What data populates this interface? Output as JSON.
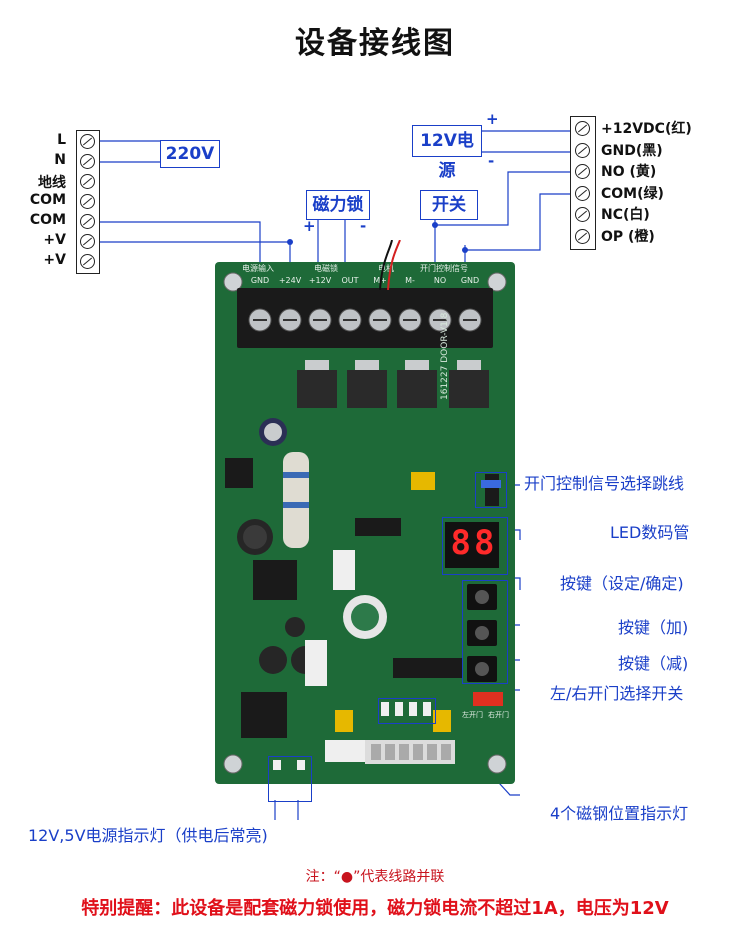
{
  "title": "设备接线图",
  "left_terminal": {
    "labels": [
      "L",
      "N",
      "地线",
      "COM",
      "COM",
      "+V",
      "+V"
    ]
  },
  "right_terminal": {
    "labels": [
      "+12VDC(红)",
      "GND(黑)",
      "NO (黄)",
      "COM(绿)",
      "NC(白)",
      "OP (橙)"
    ]
  },
  "boxes": {
    "ac220": "220V",
    "psu12v": "12V电源",
    "maglock": "磁力锁",
    "switch": "开关"
  },
  "signs": {
    "psu_plus": "+",
    "psu_minus": "-",
    "lock_plus": "+",
    "lock_minus": "-"
  },
  "pcb": {
    "header_labels": [
      "电源输入",
      "电磁锁",
      "电机",
      "开门控制信号"
    ],
    "pin_labels": [
      "GND",
      "+24V",
      "+12V",
      "OUT",
      "M+",
      "M-",
      "NO",
      "GND"
    ],
    "board_version": "161227 DOOR-V1.8",
    "display_digits": "88",
    "switch_labels": [
      "左开门",
      "右开门"
    ]
  },
  "callouts": {
    "jumper": "开门控制信号选择跳线",
    "led": "LED数码管",
    "key_set": "按键（设定/确定)",
    "key_plus": "按键（加)",
    "key_minus": "按键（减)",
    "direction_switch": "左/右开门选择开关",
    "magnet_leds": "4个磁钢位置指示灯",
    "power_leds": "12V,5V电源指示灯（供电后常亮)"
  },
  "note": "注：“●”代表线路并联",
  "warning": "特别提醒：此设备是配套磁力锁使用，磁力锁电流不超过1A，电压为12V",
  "colors": {
    "accent_blue": "#1a3fc8",
    "warning_red": "#e0101a",
    "pcb_green": "#1e6a38"
  }
}
